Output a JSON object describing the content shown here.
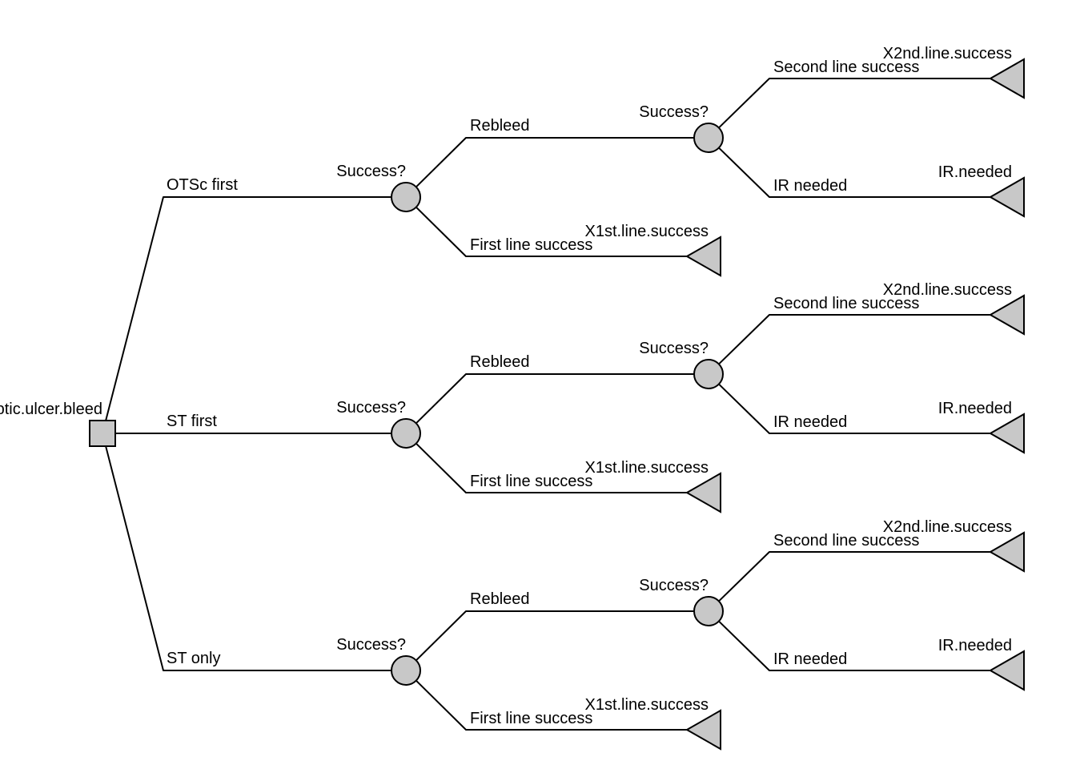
{
  "colors": {
    "node_fill": "#c8c8c8",
    "line": "#000000",
    "background": "#ffffff"
  },
  "root": {
    "label": "Peptic.ulcer.bleed",
    "node_type": "decision"
  },
  "strategies": [
    {
      "label": "OTSc first",
      "chance_label": "Success?",
      "rebleed": {
        "label": "Rebleed",
        "chance_label": "Success?",
        "second_line": {
          "label": "Second line success",
          "terminal": "X2nd.line.success"
        },
        "ir": {
          "label": "IR needed",
          "terminal": "IR.needed"
        }
      },
      "first_line": {
        "label": "First line success",
        "terminal": "X1st.line.success"
      }
    },
    {
      "label": "ST first",
      "chance_label": "Success?",
      "rebleed": {
        "label": "Rebleed",
        "chance_label": "Success?",
        "second_line": {
          "label": "Second line success",
          "terminal": "X2nd.line.success"
        },
        "ir": {
          "label": "IR needed",
          "terminal": "IR.needed"
        }
      },
      "first_line": {
        "label": "First line success",
        "terminal": "X1st.line.success"
      }
    },
    {
      "label": "ST only",
      "chance_label": "Success?",
      "rebleed": {
        "label": "Rebleed",
        "chance_label": "Success?",
        "second_line": {
          "label": "Second line success",
          "terminal": "X2nd.line.success"
        },
        "ir": {
          "label": "IR needed",
          "terminal": "IR.needed"
        }
      },
      "first_line": {
        "label": "First line success",
        "terminal": "X1st.line.success"
      }
    }
  ]
}
